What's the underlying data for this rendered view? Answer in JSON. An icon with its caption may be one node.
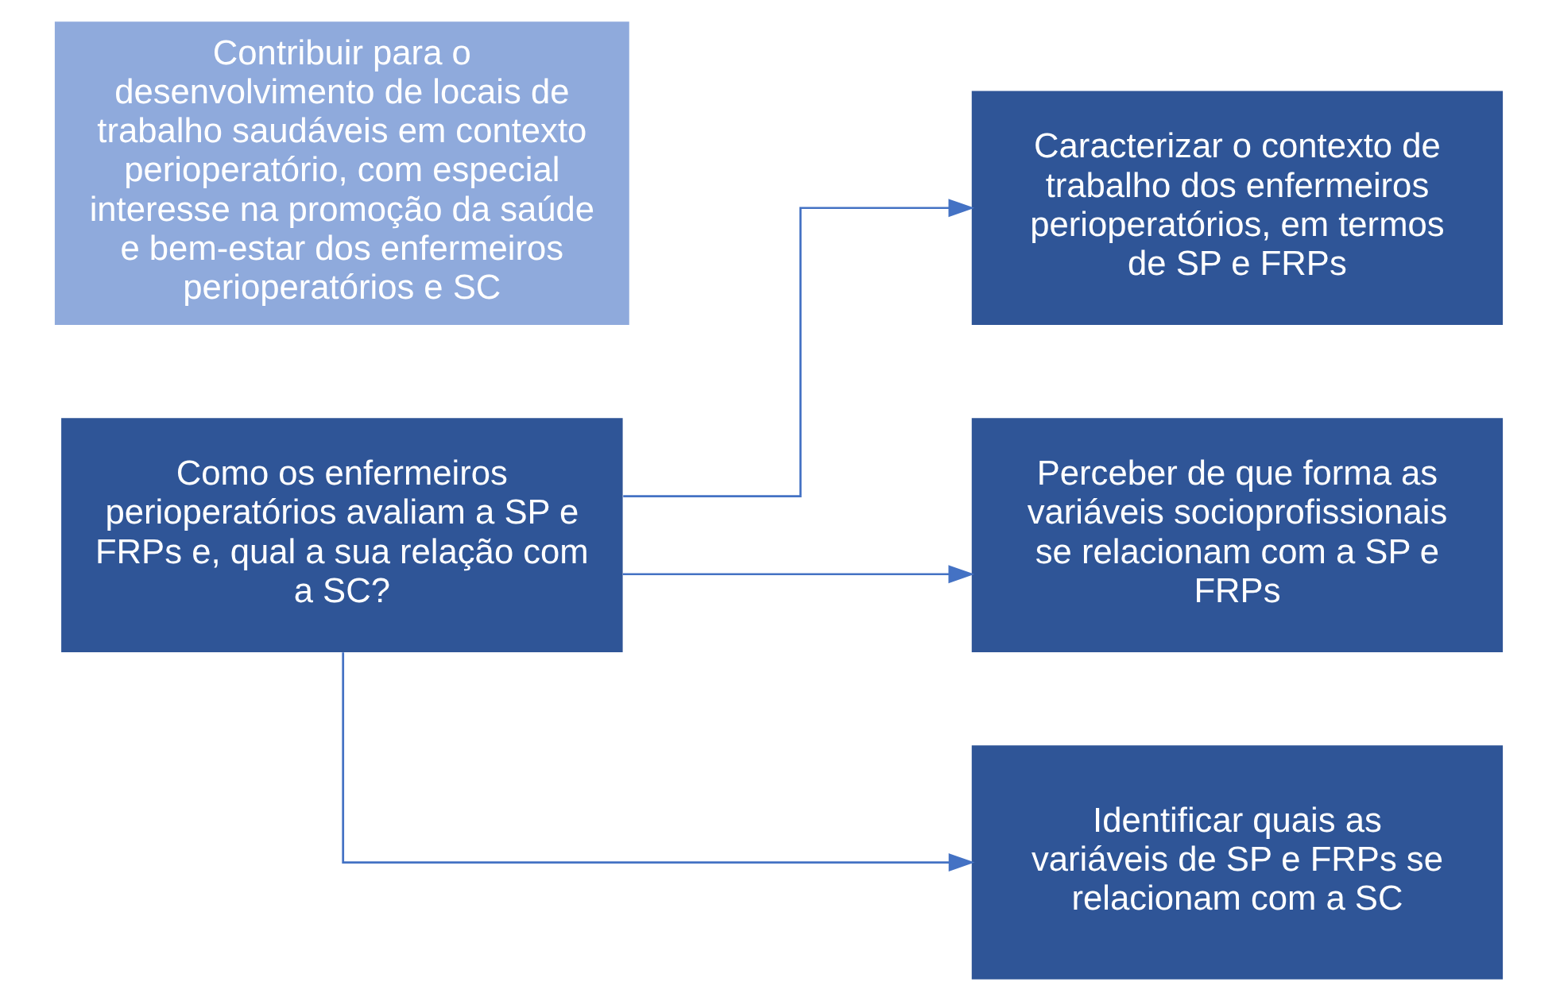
{
  "diagram": {
    "nodes": [
      {
        "text": [
          "Contribuir para o desenvolvimento de locais de trabalho saudáveis em contexto perioperatório, com especial interesse na promoção da saúde e bem-estar dos enfermeiros perioperatórios e SC"
        ]
      },
      {
        "text": [
          "Como os enfermeiros perioperatórios avaliam a SP e FRPs e, qual a sua relação com a SC?"
        ]
      },
      {
        "text": [
          "Caracterizar o contexto de trabalho dos enfermeiros perioperatórios, em termos de SP e FRPs"
        ]
      },
      {
        "text": [
          "Perceber de que forma as variáveis socioprofissionais se relacionam com a SP e FRPs"
        ]
      },
      {
        "text": [
          "Identificar quais as variáveis de SP e FRPs se relacionam com a SC"
        ]
      }
    ],
    "edges": [
      {
        "from": 1,
        "to": 2,
        "arrow": "to"
      },
      {
        "from": 1,
        "to": 3,
        "arrow": "to"
      },
      {
        "from": 1,
        "to": 4,
        "arrow": "to"
      }
    ]
  }
}
